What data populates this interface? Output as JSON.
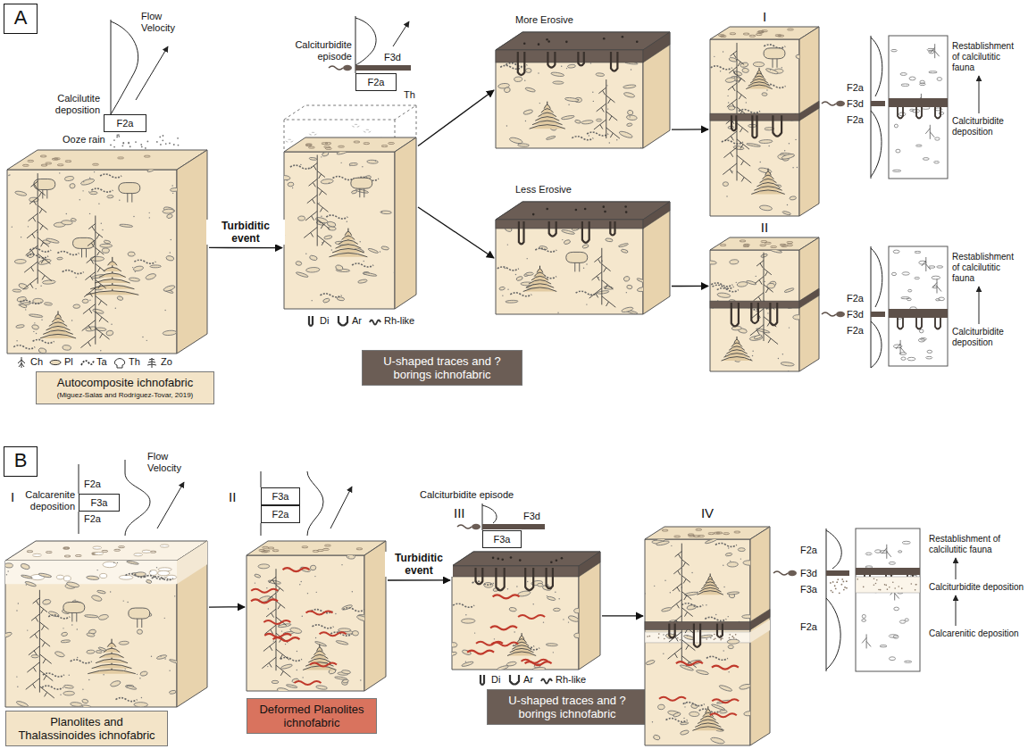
{
  "diagram": {
    "nodes": [
      {
        "text": [
          "A"
        ]
      },
      {
        "text": [
          "F2a"
        ]
      },
      {
        "text": [
          "Ooze rain"
        ]
      },
      {
        "text": [
          "Autocomposite ichnofabric",
          "(Miguez-Salas and Rodríguez-Tovar, 2019)"
        ]
      },
      {
        "text": [
          "F2a"
        ]
      },
      {
        "text": [
          "Th"
        ]
      },
      {
        "text": [
          "U-shaped traces and ?borings ichnofabric"
        ]
      },
      {
        "text": [
          "More Erosive"
        ]
      },
      {
        "text": [
          "Less Erosive"
        ]
      },
      {
        "text": [
          "I"
        ]
      },
      {
        "text": [
          "II"
        ]
      },
      {
        "text": [
          "B"
        ]
      },
      {
        "text": [
          "I"
        ]
      },
      {
        "text": [
          "F3a"
        ]
      },
      {
        "text": [
          "Planolites and Thalassinoides ichnofabric"
        ]
      },
      {
        "text": [
          "II"
        ]
      },
      {
        "text": [
          "F3a"
        ]
      },
      {
        "text": [
          "F2a"
        ]
      },
      {
        "text": [
          "Deformed Planolites ichnofabric"
        ]
      },
      {
        "text": [
          "F3a"
        ]
      },
      {
        "text": [
          "III"
        ]
      },
      {
        "text": [
          "U-shaped traces and ?borings ichnofabric"
        ]
      },
      {
        "text": [
          "IV"
        ]
      }
    ],
    "edges": [
      {
        "from": 2,
        "to": 5,
        "arrow": "to",
        "label": "Turbiditic event"
      },
      {
        "from": 5,
        "to": 7,
        "arrow": "to"
      },
      {
        "from": 5,
        "to": 8,
        "arrow": "to"
      },
      {
        "from": 7,
        "to": 9,
        "arrow": "to"
      },
      {
        "from": 8,
        "to": 10,
        "arrow": "to"
      },
      {
        "from": 12,
        "to": 15,
        "arrow": "to"
      },
      {
        "from": 15,
        "to": 20,
        "arrow": "to",
        "label": "Turbiditic event"
      },
      {
        "from": 20,
        "to": 22,
        "arrow": "to"
      }
    ],
    "labels": [
      "Flow Velocity",
      "Calcilutite deposition",
      "Calciturbidite episode",
      "F3d",
      "F2a",
      "F3d",
      "F2a",
      "Restablishment of calcilutitic fauna",
      "Calciturbidite deposition",
      "F2a",
      "F3d",
      "F2a",
      "Restablishment of calcilutitic fauna",
      "Calciturbidite deposition",
      "Flow Velocity",
      "F2a",
      "F2a",
      "Calcarenite deposition",
      "Calciturbidite episode",
      "F3d",
      "F2a",
      "F3d",
      "F3a",
      "F2a",
      "Restablishment of calcilutitic fauna",
      "Calciturbidite deposition",
      "Calcarenitic deposition"
    ],
    "legend": [
      {
        "text": "Ch"
      },
      {
        "text": "Pl"
      },
      {
        "text": "Ta"
      },
      {
        "text": "Th"
      },
      {
        "text": "Zo"
      },
      {
        "text": "Di"
      },
      {
        "text": "Ar"
      },
      {
        "text": "Rh-like"
      },
      {
        "text": "Di"
      },
      {
        "text": "Ar"
      },
      {
        "text": "Rh-like"
      }
    ]
  }
}
